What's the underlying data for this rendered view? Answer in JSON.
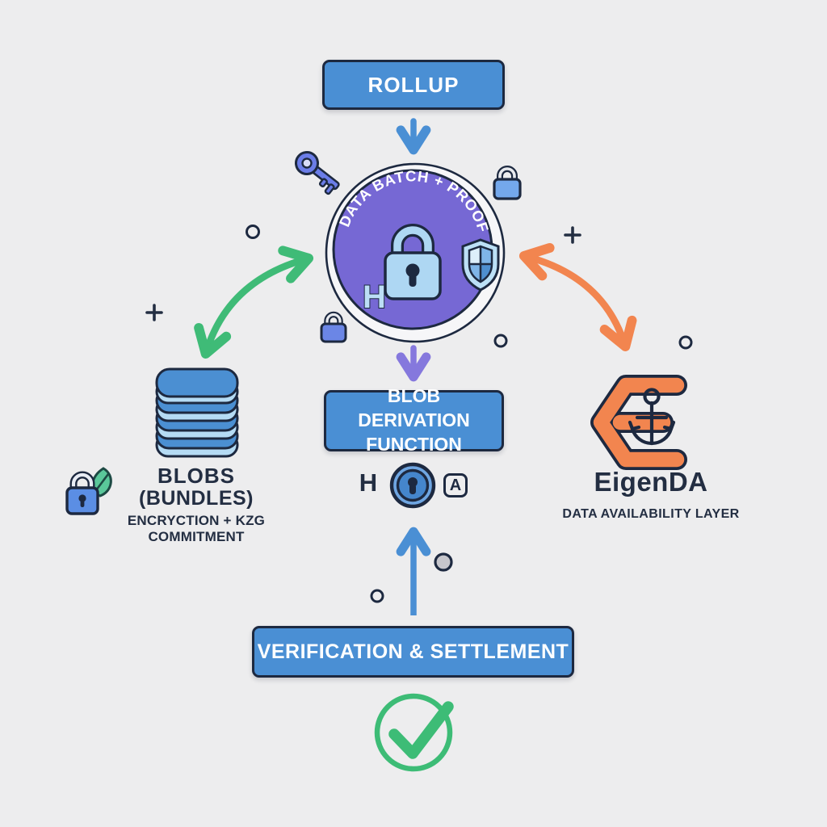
{
  "scene": {
    "background": "#EDEDEE",
    "rollup": {
      "label": "ROLLUP"
    },
    "data_batch_circle": {
      "label": "DATA BATCH + PROOF",
      "hash_glyph": "H"
    },
    "blob_derivation": {
      "label": "BLOB DERIVATION FUNCTION"
    },
    "derivation_row": {
      "hash_glyph": "H",
      "address_glyph": "A"
    },
    "verification": {
      "label": "VERIFICATION & SETTLEMENT"
    },
    "blobs": {
      "title": "BLOBS",
      "subtitle": "(BUNDLES)",
      "caption": "ENCRYCTION + KZG COMMITMENT"
    },
    "eigenda": {
      "title": "EigenDA",
      "caption": "DATA AVAILABILITY LAYER"
    },
    "colors": {
      "node_blue": "#4A8FD4",
      "outline_navy": "#1D2940",
      "text_navy": "#232E42",
      "circle_purple": "#7668D4",
      "arrow_purple": "#8578DD",
      "arrow_blue": "#4A8FD4",
      "arrow_green": "#3FBB77",
      "arrow_orange": "#F2854F",
      "check_green": "#3DBC76",
      "lock_lightblue": "#AED7F3",
      "eigen_orange": "#F2854F",
      "leaf_green": "#5AC79A"
    },
    "icons": [
      "key-icon",
      "padlock-icon",
      "shield-icon",
      "blob-stack-icon",
      "lock-leaf-icon",
      "eigen-anchor-logo",
      "keyhole-badge-icon",
      "address-badge-icon",
      "check-circle-icon",
      "mini-lock-icon",
      "plus-glyph",
      "dot-glyph"
    ]
  }
}
